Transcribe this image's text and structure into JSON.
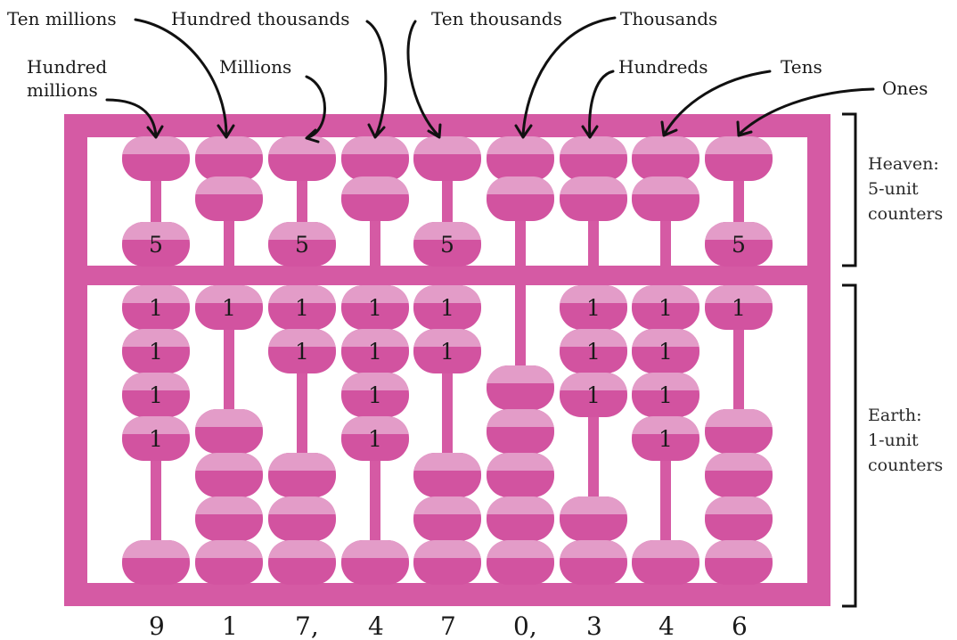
{
  "columns": [
    {
      "place": "Hundred millions",
      "digit": "9",
      "heaven_active": true,
      "earth_active": 4
    },
    {
      "place": "Ten millions",
      "digit": "1",
      "heaven_active": false,
      "earth_active": 1
    },
    {
      "place": "Millions",
      "digit": "7,",
      "heaven_active": true,
      "earth_active": 2
    },
    {
      "place": "Hundred thousands",
      "digit": "4",
      "heaven_active": false,
      "earth_active": 4
    },
    {
      "place": "Ten thousands",
      "digit": "7",
      "heaven_active": true,
      "earth_active": 2
    },
    {
      "place": "Thousands",
      "digit": "0,",
      "heaven_active": false,
      "earth_active": 0
    },
    {
      "place": "Hundreds",
      "digit": "3",
      "heaven_active": false,
      "earth_active": 3
    },
    {
      "place": "Tens",
      "digit": "4",
      "heaven_active": false,
      "earth_active": 4
    },
    {
      "place": "Ones",
      "digit": "6",
      "heaven_active": true,
      "earth_active": 1
    }
  ],
  "labels": {
    "hundred_millions_1": "Hundred",
    "hundred_millions_2": "millions",
    "ten_millions": "Ten millions",
    "millions": "Millions",
    "hundred_thousands": "Hundred thousands",
    "ten_thousands": "Ten thousands",
    "thousands": "Thousands",
    "hundreds": "Hundreds",
    "tens": "Tens",
    "ones": "Ones"
  },
  "heaven": {
    "line1": "Heaven:",
    "line2": "5-unit",
    "line3": "counters"
  },
  "earth": {
    "line1": "Earth:",
    "line2": "1-unit",
    "line3": "counters"
  },
  "bead_values": {
    "heaven": "5",
    "earth": "1"
  },
  "colors": {
    "frame": "#d55aa4",
    "bead_light": "#e39cc8",
    "bead_dark": "#d253a0",
    "rod": "#d55aa4",
    "text": "#1a1a1a"
  }
}
